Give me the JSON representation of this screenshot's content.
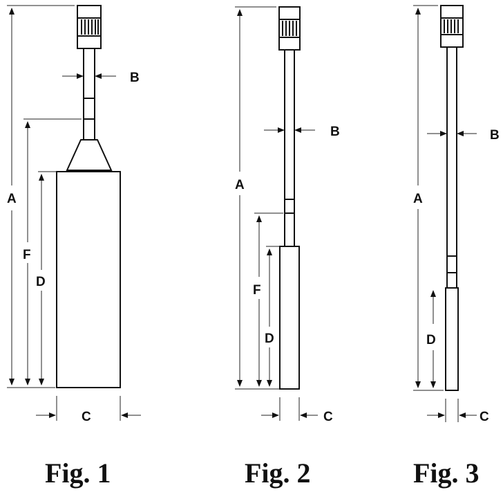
{
  "labels": {
    "A": "A",
    "B": "B",
    "C": "C",
    "D": "D",
    "F": "F"
  },
  "figures": [
    {
      "caption": "Fig. 1"
    },
    {
      "caption": "Fig. 2"
    },
    {
      "caption": "Fig. 3"
    }
  ]
}
